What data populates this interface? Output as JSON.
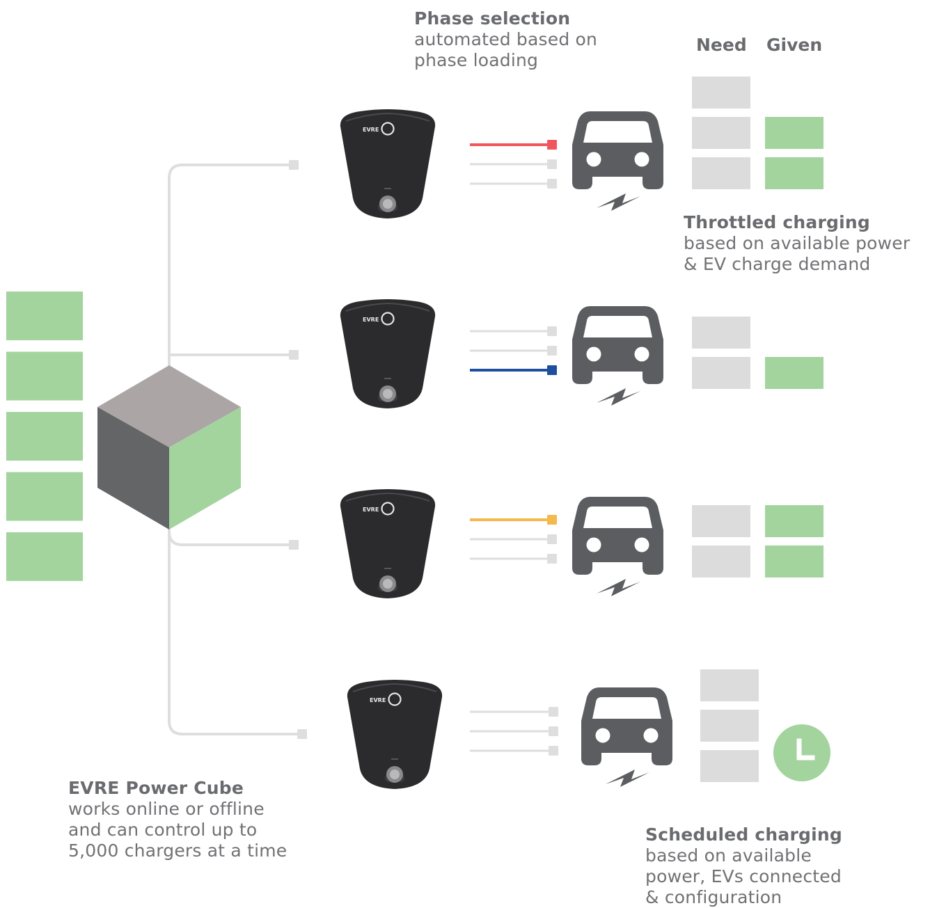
{
  "header": {
    "need": "Need",
    "given": "Given"
  },
  "charger_logo": "EVRE",
  "annotations": {
    "phase": {
      "title": "Phase selection",
      "lines": [
        "automated based on",
        "phase loading"
      ]
    },
    "throttled": {
      "title": "Throttled charging",
      "lines": [
        "based on available power",
        "& EV charge demand"
      ]
    },
    "cube": {
      "title": "EVRE Power Cube",
      "lines": [
        "works online or offline",
        "and can control up to",
        "5,000 chargers at a time"
      ]
    },
    "scheduled": {
      "title": "Scheduled charging",
      "lines": [
        "based on available",
        "power, EVs connected",
        "& configuration"
      ]
    }
  },
  "colors": {
    "green": "#a3d49e",
    "grey_block": "#dcdcdc",
    "line": "#dedede",
    "charger": "#2b2b2d",
    "car": "#5c5d60",
    "phase_red": "#f0575d",
    "phase_blue": "#1d4f9e",
    "phase_yellow": "#f5b84d"
  },
  "power_blocks": {
    "count": 5
  },
  "rows": [
    {
      "active_phase": 1,
      "active_color": "phase_red",
      "need": 3,
      "given": 2,
      "scheduled": false
    },
    {
      "active_phase": 3,
      "active_color": "phase_blue",
      "need": 2,
      "given": 1,
      "scheduled": false
    },
    {
      "active_phase": 1,
      "active_color": "phase_yellow",
      "need": 2,
      "given": 2,
      "scheduled": false
    },
    {
      "active_phase": 0,
      "active_color": null,
      "need": 3,
      "given": 0,
      "scheduled": true
    }
  ],
  "icons": [
    "power-cube-icon",
    "charger-icon",
    "car-icon",
    "lightning-icon",
    "clock-icon"
  ]
}
